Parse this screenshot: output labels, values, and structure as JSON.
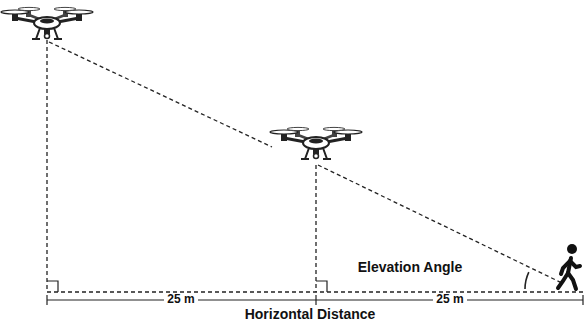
{
  "diagram": {
    "labels": [
      "Elevation Angle",
      "25 m",
      "25 m",
      "Horizontal Distance"
    ]
  }
}
